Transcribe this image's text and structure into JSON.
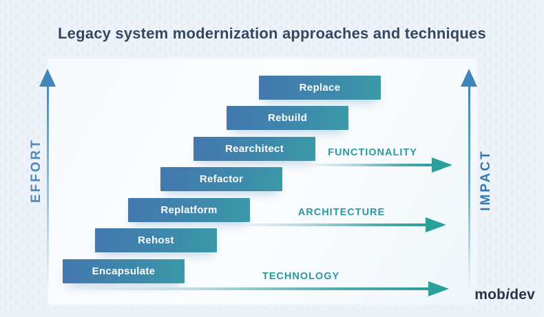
{
  "title": "Legacy system modernization approaches and techniques",
  "axes": {
    "left_label": "EFFORT",
    "right_label": "IMPACT"
  },
  "bars": [
    {
      "label": "Encapsulate"
    },
    {
      "label": "Rehost"
    },
    {
      "label": "Replatform"
    },
    {
      "label": "Refactor"
    },
    {
      "label": "Rearchitect"
    },
    {
      "label": "Rebuild"
    },
    {
      "label": "Replace"
    }
  ],
  "levels": [
    {
      "label": "TECHNOLOGY"
    },
    {
      "label": "ARCHITECTURE"
    },
    {
      "label": "FUNCTIONALITY"
    }
  ],
  "logo": {
    "prefix": "mob",
    "italic_letter": "i",
    "suffix": "dev"
  },
  "colors": {
    "background": "#edf2f9",
    "title_text": "#33485f",
    "bar_gradient_left": "#4478ae",
    "bar_gradient_right": "#3a99a7",
    "bar_text": "#ffffff",
    "effort_label": "#4f8abb",
    "impact_label": "#3478af",
    "vertical_arrow": "#3f86ba",
    "level_label": "#2b97a2",
    "level_arrow": "#29a198",
    "logo_text": "#2b3447"
  }
}
